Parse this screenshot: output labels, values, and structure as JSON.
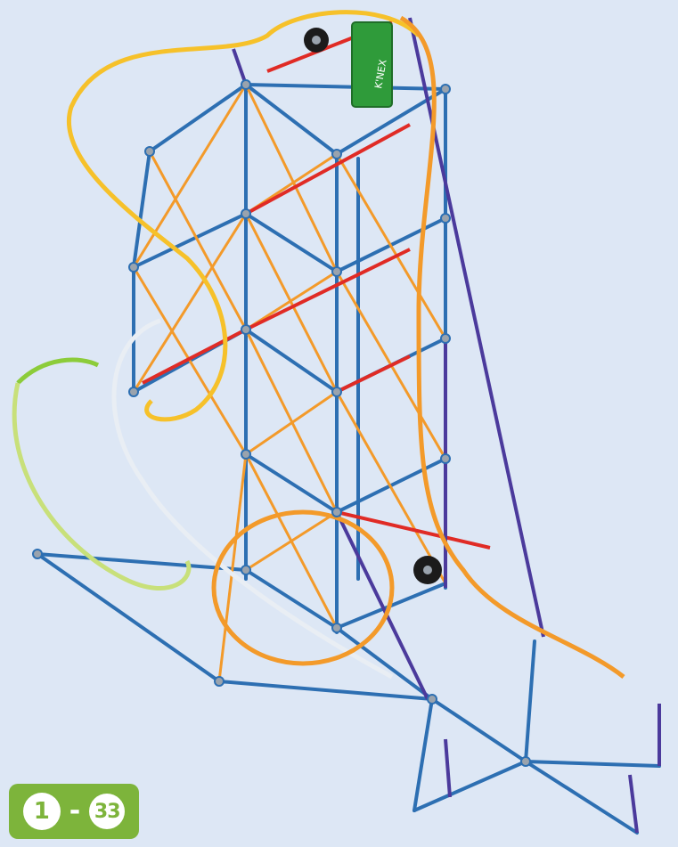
{
  "steps": {
    "start": "1",
    "separator": "-",
    "end": "33"
  },
  "motor_label": "K'NEX",
  "colors": {
    "background": "#dde7f5",
    "badge": "#7db43b",
    "rod_blue": "#2d6fb2",
    "rod_orange": "#f39a2a",
    "rod_red": "#e02b25",
    "rod_purple": "#4b3a9c",
    "rail_yellow": "#f6c12a",
    "rail_green": "#8ccc3a",
    "motor_green": "#2f9b3a",
    "gear": "#1b1b1b"
  }
}
